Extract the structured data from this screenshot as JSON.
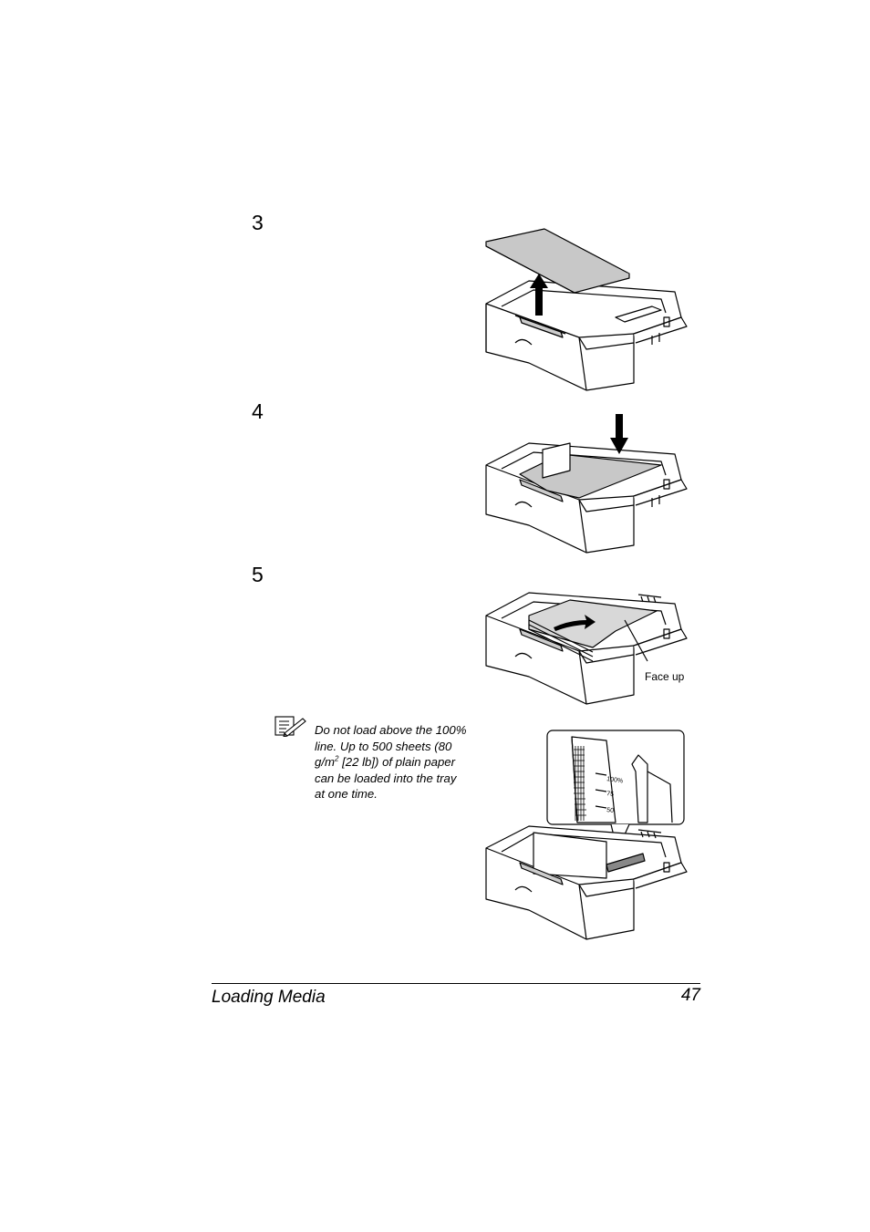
{
  "steps": [
    {
      "number": "3"
    },
    {
      "number": "4"
    },
    {
      "number": "5"
    }
  ],
  "labels": {
    "face_up": "Face up",
    "gauge_100": "100%",
    "gauge_75": "75",
    "gauge_50": "50"
  },
  "note": {
    "icon": "note-pencil-icon",
    "text_before_sup": "Do not load above the 100% line. Up to 500 sheets (80 g/m",
    "sup": "2",
    "text_after_sup": " [22 lb]) of plain paper can be loaded into the tray at one time."
  },
  "footer": {
    "section_title": "Loading Media",
    "page_number": "47"
  }
}
